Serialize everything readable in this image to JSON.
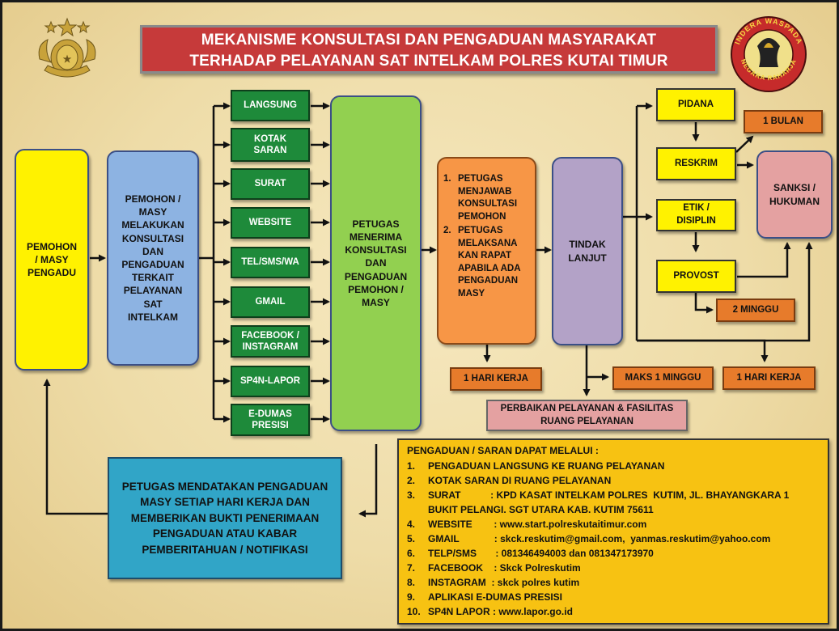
{
  "title": {
    "line1": "MEKANISME KONSULTASI DAN PENGADUAN MASYARAKAT",
    "line2": "TERHADAP PELAYANAN SAT INTELKAM POLRES KUTAI TIMUR"
  },
  "logos": {
    "right_top_text": "INDERA WASPADA",
    "right_bottom_text": "NEGARA RAHARJA"
  },
  "nodes": {
    "pemohon": "PEMOHON / MASY PENGADU",
    "melakukan": "PEMOHON / MASY MELAKUKAN KONSULTASI DAN PENGADUAN TERKAIT PELAYANAN SAT INTELKAM",
    "menerima": "PETUGAS MENERIMA KONSULTASI DAN PENGADUAN PEMOHON / MASY",
    "petugas_1": "PETUGAS MENJAWAB KONSULTASI PEMOHON",
    "petugas_2": "PETUGAS MELAKSANA KAN RAPAT APABILA ADA PENGADUAN MASY",
    "tindak": "TINDAK LANJUT",
    "pidana": "PIDANA",
    "reskrim": "RESKRIM",
    "etik": "ETIK / DISIPLIN",
    "provost": "PROVOST",
    "sanksi": "SANKSI / HUKUMAN",
    "bulan": "1 BULAN",
    "minggu2": "2 MINGGU",
    "hari1": "1 HARI KERJA",
    "maks": "MAKS 1 MINGGU",
    "hari2": "1 HARI KERJA",
    "perbaikan": "PERBAIKAN PELAYANAN & FASILITAS RUANG PELAYANAN",
    "mendatakan": "PETUGAS MENDATAKAN PENGADUAN MASY SETIAP HARI KERJA DAN MEMBERIKAN BUKTI PENERIMAAN PENGADUAN ATAU KABAR PEMBERITAHUAN / NOTIFIKASI"
  },
  "channels": [
    "LANGSUNG",
    "KOTAK SARAN",
    "SURAT",
    "WEBSITE",
    "TEL/SMS/WA",
    "GMAIL",
    "FACEBOOK / INSTAGRAM",
    "SP4N-LAPOR",
    "E-DUMAS PRESISI"
  ],
  "info": {
    "heading": "PENGADUAN / SARAN DAPAT MELALUI :",
    "items": [
      {
        "n": "1.",
        "t": "PENGADUAN LANGSUNG KE RUANG PELAYANAN"
      },
      {
        "n": "2.",
        "t": "KOTAK SARAN DI RUANG PELAYANAN"
      },
      {
        "n": "3.",
        "t": "SURAT           : KPD KASAT INTELKAM POLRES  KUTIM, JL. BHAYANGKARA 1 BUKIT PELANGI. SGT UTARA KAB. KUTIM 75611"
      },
      {
        "n": "4.",
        "t": "WEBSITE        : www.start.polreskutaitimur.com"
      },
      {
        "n": "5.",
        "t": "GMAIL             : skck.reskutim@gmail.com,  yanmas.reskutim@yahoo.com"
      },
      {
        "n": "6.",
        "t": "TELP/SMS       : 081346494003 dan 081347173970"
      },
      {
        "n": "7.",
        "t": "FACEBOOK    : Skck Polreskutim"
      },
      {
        "n": "8.",
        "t": "INSTAGRAM  : skck polres kutim"
      },
      {
        "n": "9.",
        "t": "APLIKASI E-DUMAS PRESISI"
      },
      {
        "n": "10.",
        "t": "SP4N LAPOR : www.lapor.go.id"
      }
    ]
  },
  "colors": {
    "title_bg": "#c63a3a",
    "channel_green": "#1e8a3a",
    "pemohon_yellow": "#fff200",
    "melakukan_blue": "#8db3e2",
    "menerima_green": "#92d050",
    "petugas_orange": "#f79646",
    "tindak_lavender": "#b3a2c7",
    "mendatakan_cyan": "#31a5c7",
    "info_gold": "#f7c212"
  }
}
